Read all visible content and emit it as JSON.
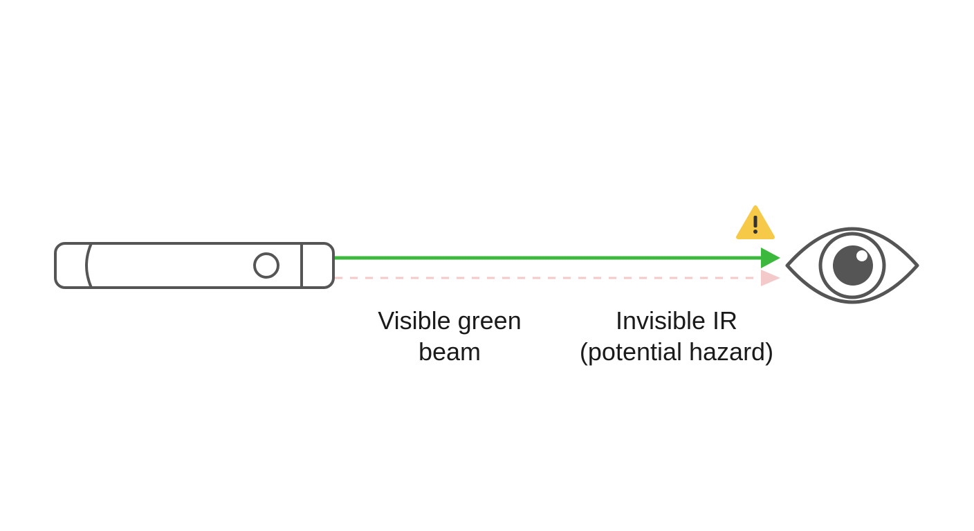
{
  "labels": {
    "visible_beam": [
      "Visible green",
      "beam"
    ],
    "invisible_ir": [
      "Invisible IR",
      "(potential hazard)"
    ]
  },
  "icons": {
    "emitter": "laser-pointer-icon",
    "warning": "warning-icon",
    "viewer": "eye-icon"
  },
  "colors": {
    "outline": "#555555",
    "green_beam": "#3cb93c",
    "ir_beam": "#f3c9c9",
    "warning_fill": "#f7c948",
    "warning_mark": "#333333"
  }
}
